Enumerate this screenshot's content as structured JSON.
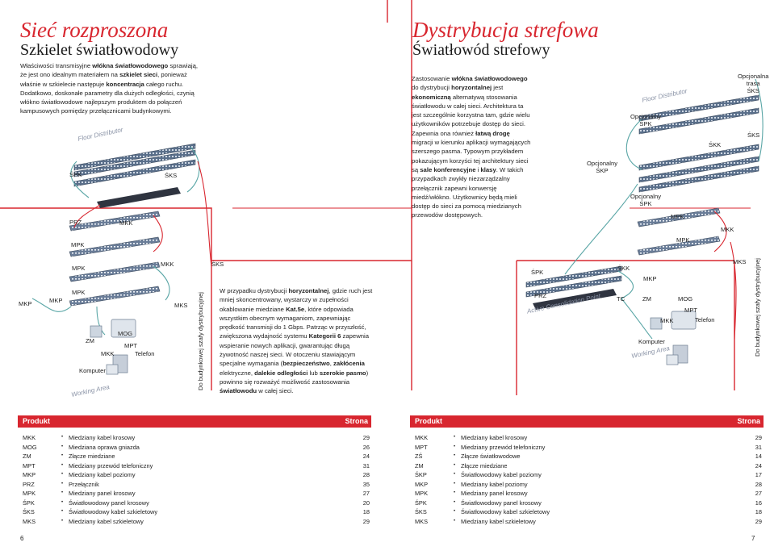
{
  "left": {
    "title": "Sieć rozproszona",
    "subtitle": "Szkielet światłowodowy",
    "intro": "Właściwości transmisyjne <b>włókna światłowodowego</b> sprawiają, że jest ono idealnym materiałem na <b>szkielet sieci</b>, ponieważ właśnie w szkielecie następuje <b>koncentracja</b> całego ruchu. Dodatkowo, doskonałe parametry dla dużych odległości, czynią włókno światłowodowe najlepszym produktem do połączeń kampusowych pomiędzy przełącznicami budynkowymi.",
    "diagram_labels": {
      "floor": "Floor Distributor",
      "work": "Working Area",
      "spk": "ŚPK",
      "sks1": "ŚKS",
      "sks2": "ŚKS",
      "prz": "PRZ",
      "mkk1": "MKK",
      "mpk1": "MPK",
      "mpk2": "MPK",
      "mkk2": "MKK",
      "mkp1": "MKP",
      "mkp2": "MKP",
      "mpk3": "MPK",
      "mks": "MKS",
      "zm": "ZM",
      "mog": "MOG",
      "mpt": "MPT",
      "mkk3": "MKK",
      "tel": "Telefon",
      "komp": "Komputer",
      "vert": "Do budynkowej szafy dystrybucyjnej"
    },
    "body2": "W przypadku dystrybucji <b>horyzontalnej</b>, gdzie ruch jest mniej skoncentrowany, wystarczy w zupełności okablowanie miedziane <b>Kat.5e</b>, które odpowiada wszystkim obecnym wymaganiom, zapewniając prędkość transmisji do 1 Gbps. Patrząc w przyszłość, zwiększona wydajność systemu <b>Kategorii 6</b> zapewnia wspieranie nowych aplikacji, gwarantując długą żywotność naszej sieci. W otoczeniu stawiającym specjalne wymagania (<b>bezpieczeństwo</b>, <b>zakłócenia</b> elektryczne, <b>dalekie odległości</b> lub <b>szerokie pasmo</b>) powinno się rozważyć możliwość zastosowania <b>światłowodu</b> w całej sieci.",
    "table_header": {
      "product": "Produkt",
      "page": "Strona"
    },
    "rows": [
      {
        "code": "MKK",
        "desc": "Miedziany kabel krosowy",
        "page": "29"
      },
      {
        "code": "MOG",
        "desc": "Miedziana oprawa gniazda",
        "page": "26"
      },
      {
        "code": "ZM",
        "desc": "Złącze miedziane",
        "page": "24"
      },
      {
        "code": "MPT",
        "desc": "Miedziany przewód telefoniczny",
        "page": "31"
      },
      {
        "code": "MKP",
        "desc": "Miedziany kabel poziomy",
        "page": "28"
      },
      {
        "code": "PRZ",
        "desc": "Przełącznik",
        "page": "35"
      },
      {
        "code": "MPK",
        "desc": "Miedziany panel krosowy",
        "page": "27"
      },
      {
        "code": "ŚPK",
        "desc": "Światłowodowy panel krosowy",
        "page": "20"
      },
      {
        "code": "ŚKS",
        "desc": "Światłowodowy kabel szkieletowy",
        "page": "18"
      },
      {
        "code": "MKS",
        "desc": "Miedziany kabel szkieletowy",
        "page": "29"
      }
    ],
    "page_number": "6"
  },
  "right": {
    "title": "Dystrybucja strefowa",
    "subtitle": "Światłowód strefowy",
    "intro": "Zastosowanie <b>włókna światłowodowego</b> do dystrybucji <b>horyzontalnej</b> jest <b>ekonomiczną</b> alternatywą stosowania światłowodu w całej sieci. Architektura ta jest szczególnie korzystna tam, gdzie wielu użytkowników potrzebuje dostęp do sieci. Zapewnia ona również <b>łatwą drogę</b> migracji w kierunku aplikacji wymagających szerszego pasma. Typowym przykładem pokazującym korzyści tej architektury sieci są <b>sale konferencyjne</b> i <b>klasy</b>. W takich przypadkach zwykły niezarządzalny przełącznik zapewni konwersję miedź/włókno. Użytkownicy będą mieli dostęp do sieci za pomocą miedzianych przewodów dostępowych.",
    "diagram_labels": {
      "floor": "Floor Distributor",
      "aco": "Active Consolidation Point",
      "work": "Working Area",
      "opt_trasa": "Opcjonalna\ntrasa\nŚKS",
      "sks_r": "ŚKS",
      "opt_spk1": "Opcjonalny\nŚPK",
      "skk1": "ŚKK",
      "opt_skp": "Opcjonalny\nŚKP",
      "opt_spk2": "Opcjonalny\nŚPK",
      "mpk1": "MPK",
      "mkk1": "MKK",
      "mpk2": "MPK",
      "mks": "MKS",
      "spk": "ŚPK",
      "skk2": "ŚKK",
      "mkp": "MKP",
      "prz": "PRZ",
      "tc": "TC",
      "zm": "ZM",
      "mog": "MOG",
      "mpt": "MPT",
      "mkk2": "MKK",
      "tel": "Telefon",
      "komp": "Komputer",
      "vert": "Do budynkowej szafy dystrybucyjnej"
    },
    "table_header": {
      "product": "Produkt",
      "page": "Strona"
    },
    "rows": [
      {
        "code": "MKK",
        "desc": "Miedziany kabel krosowy",
        "page": "29"
      },
      {
        "code": "MPT",
        "desc": "Miedziany przewód telefoniczny",
        "page": "31"
      },
      {
        "code": "ZŚ",
        "desc": "Złącze światłowodowe",
        "page": "14"
      },
      {
        "code": "ZM",
        "desc": "Złącze miedziane",
        "page": "24"
      },
      {
        "code": "ŚKP",
        "desc": "Światłowodowy kabel poziomy",
        "page": "17"
      },
      {
        "code": "MKP",
        "desc": "Miedziany kabel poziomy",
        "page": "28"
      },
      {
        "code": "MPK",
        "desc": "Miedziany panel krosowy",
        "page": "27"
      },
      {
        "code": "ŚPK",
        "desc": "Światłowodowy panel krosowy",
        "page": "16"
      },
      {
        "code": "ŚKS",
        "desc": "Światłowodowy kabel szkieletowy",
        "page": "18"
      },
      {
        "code": "MKS",
        "desc": "Miedziany kabel szkieletowy",
        "page": "29"
      }
    ],
    "page_number": "7"
  },
  "colors": {
    "accent": "#d8262f",
    "cable_teal": "#5aa6a6",
    "cable_red": "#d8262f",
    "panel_dark": "#2f3440"
  }
}
